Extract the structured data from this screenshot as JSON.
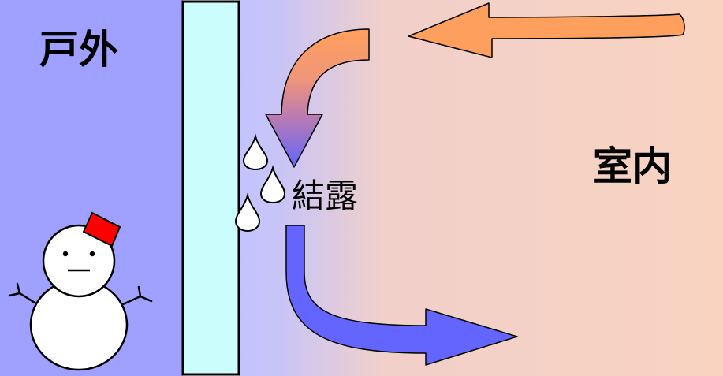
{
  "labels": {
    "outdoor": "戸外",
    "indoor": "室内",
    "condensation": "結露"
  },
  "colors": {
    "outdoor_bg": "#9fa0ff",
    "indoor_bg": "#f9d3c0",
    "wall": "#ccfdfd",
    "warm_air": "#ff9f5d",
    "cold_air": "#6b6bff",
    "snowman_hat": "#ff0000"
  },
  "icons": {
    "snowman": "snowman-icon",
    "droplet": "water-droplet-icon"
  }
}
